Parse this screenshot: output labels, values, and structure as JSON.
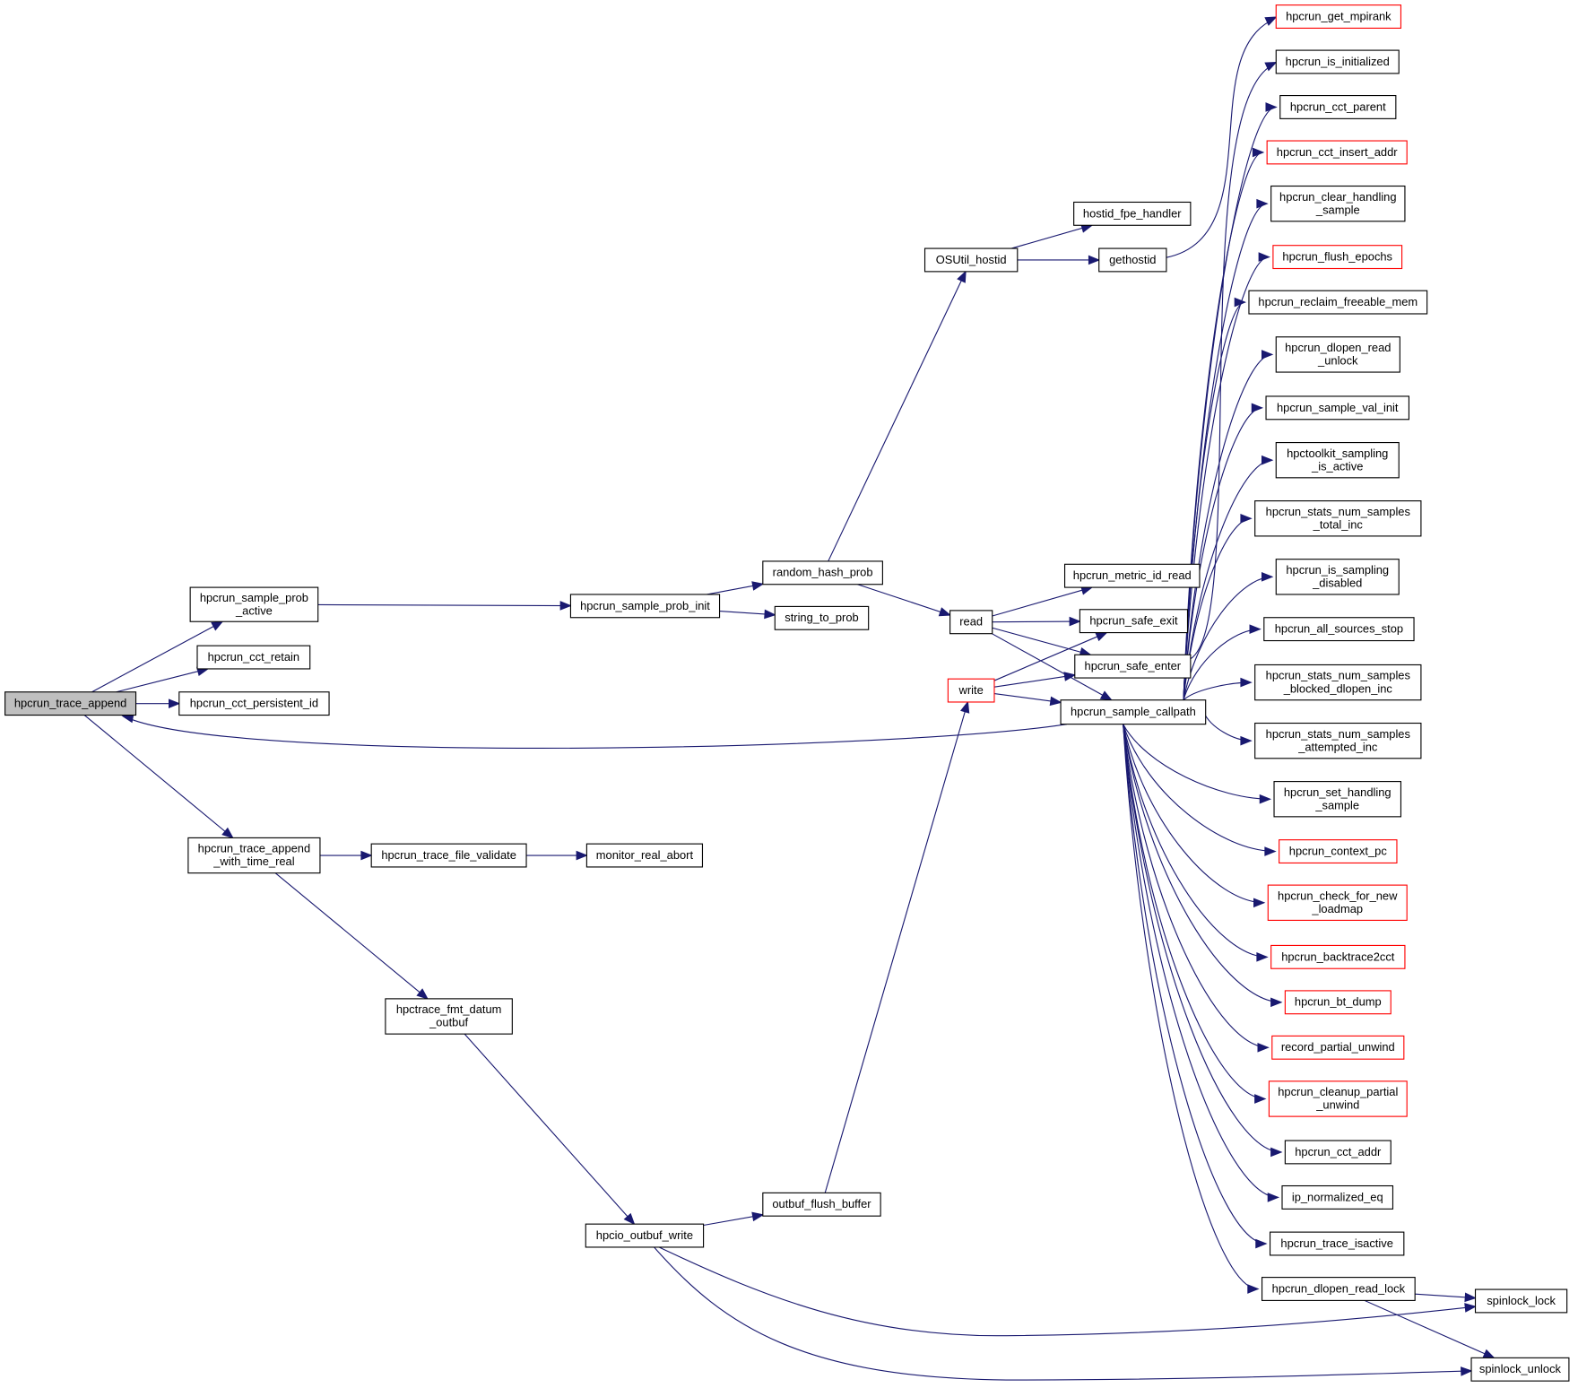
{
  "diagram": {
    "type": "call-graph",
    "colors": {
      "edge": "#191970",
      "box_border": "#000000",
      "truncated_border": "#ff0000",
      "root_fill": "#bfbfbf",
      "box_fill": "#ffffff"
    },
    "nodes": [
      {
        "id": "root",
        "lines": [
          "hpcrun_trace_append"
        ],
        "style": "root"
      },
      {
        "id": "sample_prob_active",
        "lines": [
          "hpcrun_sample_prob",
          "_active"
        ],
        "style": "normal"
      },
      {
        "id": "cct_retain",
        "lines": [
          "hpcrun_cct_retain"
        ],
        "style": "normal"
      },
      {
        "id": "cct_persistent_id",
        "lines": [
          "hpcrun_cct_persistent_id"
        ],
        "style": "normal"
      },
      {
        "id": "trace_append_wtr",
        "lines": [
          "hpcrun_trace_append",
          "_with_time_real"
        ],
        "style": "normal"
      },
      {
        "id": "sample_prob_init",
        "lines": [
          "hpcrun_sample_prob_init"
        ],
        "style": "normal"
      },
      {
        "id": "random_hash_prob",
        "lines": [
          "random_hash_prob"
        ],
        "style": "normal"
      },
      {
        "id": "string_to_prob",
        "lines": [
          "string_to_prob"
        ],
        "style": "normal"
      },
      {
        "id": "osutil_hostid",
        "lines": [
          "OSUtil_hostid"
        ],
        "style": "normal"
      },
      {
        "id": "hostid_fpe_handler",
        "lines": [
          "hostid_fpe_handler"
        ],
        "style": "normal"
      },
      {
        "id": "gethostid",
        "lines": [
          "gethostid"
        ],
        "style": "normal"
      },
      {
        "id": "read",
        "lines": [
          "read"
        ],
        "style": "normal"
      },
      {
        "id": "write",
        "lines": [
          "write"
        ],
        "style": "truncated"
      },
      {
        "id": "metric_id_read",
        "lines": [
          "hpcrun_metric_id_read"
        ],
        "style": "normal"
      },
      {
        "id": "safe_exit",
        "lines": [
          "hpcrun_safe_exit"
        ],
        "style": "normal"
      },
      {
        "id": "safe_enter",
        "lines": [
          "hpcrun_safe_enter"
        ],
        "style": "normal"
      },
      {
        "id": "sample_callpath",
        "lines": [
          "hpcrun_sample_callpath"
        ],
        "style": "normal"
      },
      {
        "id": "trace_file_validate",
        "lines": [
          "hpcrun_trace_file_validate"
        ],
        "style": "normal"
      },
      {
        "id": "monitor_real_abort",
        "lines": [
          "monitor_real_abort"
        ],
        "style": "normal"
      },
      {
        "id": "fmt_datum_outbuf",
        "lines": [
          "hpctrace_fmt_datum",
          "_outbuf"
        ],
        "style": "normal"
      },
      {
        "id": "outbuf_write",
        "lines": [
          "hpcio_outbuf_write"
        ],
        "style": "normal"
      },
      {
        "id": "outbuf_flush_buffer",
        "lines": [
          "outbuf_flush_buffer"
        ],
        "style": "normal"
      },
      {
        "id": "get_mpirank",
        "lines": [
          "hpcrun_get_mpirank"
        ],
        "style": "truncated"
      },
      {
        "id": "is_initialized",
        "lines": [
          "hpcrun_is_initialized"
        ],
        "style": "normal"
      },
      {
        "id": "cct_parent",
        "lines": [
          "hpcrun_cct_parent"
        ],
        "style": "normal"
      },
      {
        "id": "cct_insert_addr",
        "lines": [
          "hpcrun_cct_insert_addr"
        ],
        "style": "truncated"
      },
      {
        "id": "clear_handling_sample",
        "lines": [
          "hpcrun_clear_handling",
          "_sample"
        ],
        "style": "normal"
      },
      {
        "id": "flush_epochs",
        "lines": [
          "hpcrun_flush_epochs"
        ],
        "style": "truncated"
      },
      {
        "id": "reclaim_freeable_mem",
        "lines": [
          "hpcrun_reclaim_freeable_mem"
        ],
        "style": "normal"
      },
      {
        "id": "dlopen_read_unlock",
        "lines": [
          "hpcrun_dlopen_read",
          "_unlock"
        ],
        "style": "normal"
      },
      {
        "id": "sample_val_init",
        "lines": [
          "hpcrun_sample_val_init"
        ],
        "style": "normal"
      },
      {
        "id": "sampling_is_active",
        "lines": [
          "hpctoolkit_sampling",
          "_is_active"
        ],
        "style": "normal"
      },
      {
        "id": "stats_total_inc",
        "lines": [
          "hpcrun_stats_num_samples",
          "_total_inc"
        ],
        "style": "normal"
      },
      {
        "id": "is_sampling_disabled",
        "lines": [
          "hpcrun_is_sampling",
          "_disabled"
        ],
        "style": "normal"
      },
      {
        "id": "all_sources_stop",
        "lines": [
          "hpcrun_all_sources_stop"
        ],
        "style": "normal"
      },
      {
        "id": "stats_blocked_dlopen_inc",
        "lines": [
          "hpcrun_stats_num_samples",
          "_blocked_dlopen_inc"
        ],
        "style": "normal"
      },
      {
        "id": "stats_attempted_inc",
        "lines": [
          "hpcrun_stats_num_samples",
          "_attempted_inc"
        ],
        "style": "normal"
      },
      {
        "id": "set_handling_sample",
        "lines": [
          "hpcrun_set_handling",
          "_sample"
        ],
        "style": "normal"
      },
      {
        "id": "context_pc",
        "lines": [
          "hpcrun_context_pc"
        ],
        "style": "truncated"
      },
      {
        "id": "check_for_new_loadmap",
        "lines": [
          "hpcrun_check_for_new",
          "_loadmap"
        ],
        "style": "truncated"
      },
      {
        "id": "backtrace2cct",
        "lines": [
          "hpcrun_backtrace2cct"
        ],
        "style": "truncated"
      },
      {
        "id": "bt_dump",
        "lines": [
          "hpcrun_bt_dump"
        ],
        "style": "truncated"
      },
      {
        "id": "record_partial_unwind",
        "lines": [
          "record_partial_unwind"
        ],
        "style": "truncated"
      },
      {
        "id": "cleanup_partial_unwind",
        "lines": [
          "hpcrun_cleanup_partial",
          "_unwind"
        ],
        "style": "truncated"
      },
      {
        "id": "cct_addr",
        "lines": [
          "hpcrun_cct_addr"
        ],
        "style": "normal"
      },
      {
        "id": "ip_normalized_eq",
        "lines": [
          "ip_normalized_eq"
        ],
        "style": "normal"
      },
      {
        "id": "trace_isactive",
        "lines": [
          "hpcrun_trace_isactive"
        ],
        "style": "normal"
      },
      {
        "id": "dlopen_read_lock",
        "lines": [
          "hpcrun_dlopen_read_lock"
        ],
        "style": "normal"
      },
      {
        "id": "spinlock_lock",
        "lines": [
          "spinlock_lock"
        ],
        "style": "normal"
      },
      {
        "id": "spinlock_unlock",
        "lines": [
          "spinlock_unlock"
        ],
        "style": "normal"
      }
    ],
    "edges": [
      [
        "root",
        "sample_prob_active"
      ],
      [
        "root",
        "cct_retain"
      ],
      [
        "root",
        "cct_persistent_id"
      ],
      [
        "root",
        "trace_append_wtr"
      ],
      [
        "sample_callpath",
        "root"
      ],
      [
        "sample_prob_active",
        "sample_prob_init"
      ],
      [
        "sample_prob_init",
        "random_hash_prob"
      ],
      [
        "sample_prob_init",
        "string_to_prob"
      ],
      [
        "random_hash_prob",
        "osutil_hostid"
      ],
      [
        "random_hash_prob",
        "read"
      ],
      [
        "osutil_hostid",
        "hostid_fpe_handler"
      ],
      [
        "osutil_hostid",
        "gethostid"
      ],
      [
        "gethostid",
        "get_mpirank"
      ],
      [
        "read",
        "metric_id_read"
      ],
      [
        "read",
        "safe_exit"
      ],
      [
        "read",
        "safe_enter"
      ],
      [
        "read",
        "sample_callpath"
      ],
      [
        "write",
        "safe_exit"
      ],
      [
        "write",
        "safe_enter"
      ],
      [
        "write",
        "sample_callpath"
      ],
      [
        "safe_enter",
        "is_initialized"
      ],
      [
        "trace_append_wtr",
        "trace_file_validate"
      ],
      [
        "trace_append_wtr",
        "fmt_datum_outbuf"
      ],
      [
        "trace_file_validate",
        "monitor_real_abort"
      ],
      [
        "fmt_datum_outbuf",
        "outbuf_write"
      ],
      [
        "outbuf_write",
        "outbuf_flush_buffer"
      ],
      [
        "outbuf_write",
        "spinlock_lock"
      ],
      [
        "outbuf_write",
        "spinlock_unlock"
      ],
      [
        "outbuf_flush_buffer",
        "write"
      ],
      [
        "sample_callpath",
        "cct_parent"
      ],
      [
        "sample_callpath",
        "cct_insert_addr"
      ],
      [
        "sample_callpath",
        "clear_handling_sample"
      ],
      [
        "sample_callpath",
        "flush_epochs"
      ],
      [
        "sample_callpath",
        "reclaim_freeable_mem"
      ],
      [
        "sample_callpath",
        "dlopen_read_unlock"
      ],
      [
        "sample_callpath",
        "sample_val_init"
      ],
      [
        "sample_callpath",
        "sampling_is_active"
      ],
      [
        "sample_callpath",
        "stats_total_inc"
      ],
      [
        "sample_callpath",
        "is_sampling_disabled"
      ],
      [
        "sample_callpath",
        "all_sources_stop"
      ],
      [
        "sample_callpath",
        "stats_blocked_dlopen_inc"
      ],
      [
        "sample_callpath",
        "stats_attempted_inc"
      ],
      [
        "sample_callpath",
        "set_handling_sample"
      ],
      [
        "sample_callpath",
        "context_pc"
      ],
      [
        "sample_callpath",
        "check_for_new_loadmap"
      ],
      [
        "sample_callpath",
        "backtrace2cct"
      ],
      [
        "sample_callpath",
        "bt_dump"
      ],
      [
        "sample_callpath",
        "record_partial_unwind"
      ],
      [
        "sample_callpath",
        "cleanup_partial_unwind"
      ],
      [
        "sample_callpath",
        "cct_addr"
      ],
      [
        "sample_callpath",
        "ip_normalized_eq"
      ],
      [
        "sample_callpath",
        "trace_isactive"
      ],
      [
        "sample_callpath",
        "dlopen_read_lock"
      ],
      [
        "dlopen_read_lock",
        "spinlock_lock"
      ],
      [
        "dlopen_read_lock",
        "spinlock_unlock"
      ]
    ]
  }
}
